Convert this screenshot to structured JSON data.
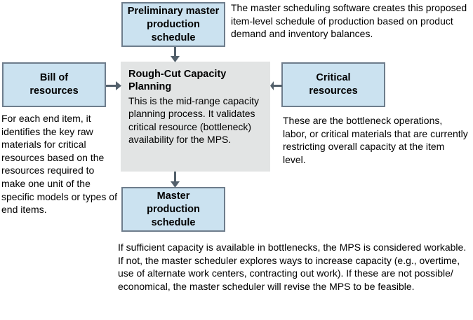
{
  "diagram": {
    "title": "Rough-Cut Capacity Planning process flow",
    "colors": {
      "box_fill": "#cbe2f0",
      "box_border": "#6e7d8c",
      "center_fill": "#e2e4e4",
      "arrow": "#53606b",
      "text": "#000000"
    },
    "boxes": {
      "preliminary": {
        "label": "Preliminary master production schedule",
        "line1": "Preliminary master",
        "line2": "production",
        "line3": "schedule"
      },
      "bill_of_resources": {
        "label": "Bill of resources",
        "line1": "Bill of",
        "line2": "resources"
      },
      "critical_resources": {
        "label": "Critical resources",
        "line1": "Critical",
        "line2": "resources"
      },
      "master_production_schedule": {
        "label": "Master production schedule",
        "line1": "Master",
        "line2": "production",
        "line3": "schedule"
      },
      "rough_cut_capacity_planning": {
        "title": "Rough-Cut Capacity Planning",
        "body": "This is the mid-range capacity planning process. It validates critical resource (bottleneck) availability for the MPS."
      }
    },
    "notes": {
      "preliminary_note": "The master scheduling software creates this proposed item-level schedule of production based on product demand and inventory balances.",
      "bill_of_resources_note": "For each end item, it identifies the key raw materials for critical resources based on the resources required to make one unit of the specific models or types of end items.",
      "critical_resources_note": "These are the bottleneck operations, labor, or critical materials that are currently restricting overall capacity at the item level.",
      "master_production_schedule_note": "If sufficient capacity is available in bottlenecks, the MPS is considered workable. If not, the master scheduler explores ways to increase capacity (e.g., overtime, use of alternate work centers, contracting out work). If these are not possible/ economical, the master scheduler will revise the MPS to be feasible."
    },
    "arrows": [
      {
        "name": "preliminary-to-rccp",
        "direction": "down"
      },
      {
        "name": "bill-of-resources-to-rccp",
        "direction": "right"
      },
      {
        "name": "critical-resources-to-rccp",
        "direction": "left"
      },
      {
        "name": "rccp-to-master-production-schedule",
        "direction": "down"
      }
    ]
  }
}
